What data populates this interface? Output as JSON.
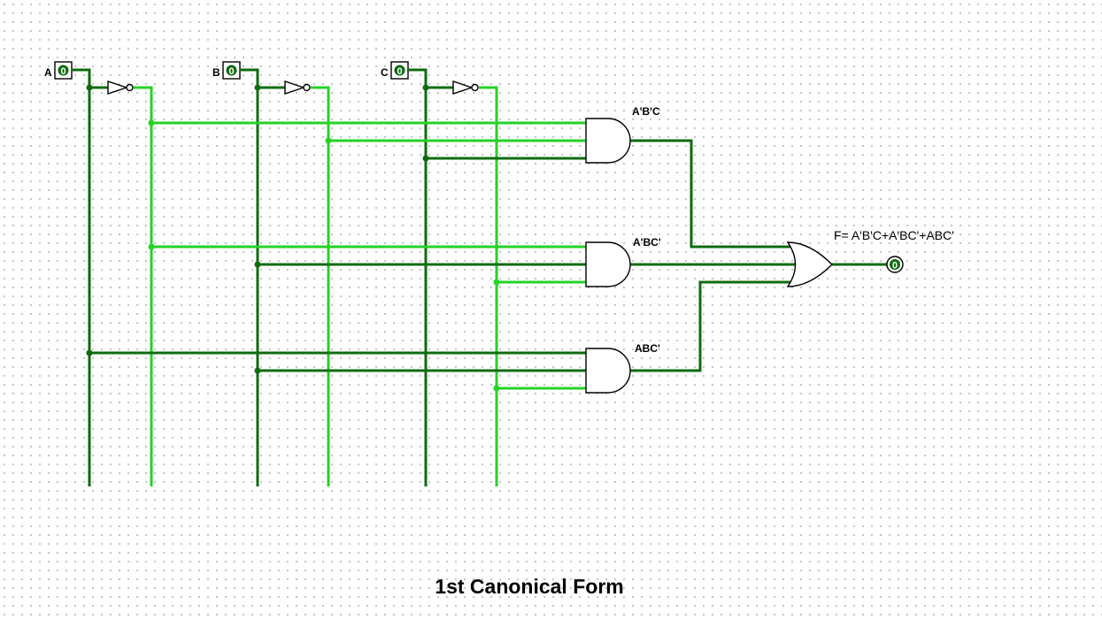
{
  "inputs": [
    {
      "label": "A",
      "value": "0"
    },
    {
      "label": "B",
      "value": "0"
    },
    {
      "label": "C",
      "value": "0"
    }
  ],
  "gates": [
    {
      "type": "and",
      "label": "A'B'C"
    },
    {
      "type": "and",
      "label": "A'BC'"
    },
    {
      "type": "and",
      "label": "ABC'"
    },
    {
      "type": "or",
      "label": ""
    }
  ],
  "output": {
    "label": "F= A'B'C+A'BC'+ABC'",
    "value": "0"
  },
  "title": "1st Canonical Form",
  "colors": {
    "wire_low": "#0f6b0f",
    "wire_high": "#25d225",
    "dot_grid": "#b4b4b4"
  }
}
